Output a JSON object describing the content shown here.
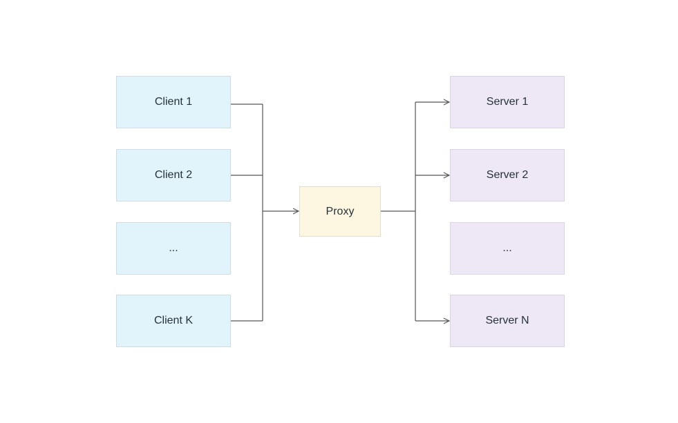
{
  "clients": [
    {
      "label": "Client 1"
    },
    {
      "label": "Client 2"
    },
    {
      "label": "..."
    },
    {
      "label": "Client K"
    }
  ],
  "proxy": {
    "label": "Proxy"
  },
  "servers": [
    {
      "label": "Server 1"
    },
    {
      "label": "Server 2"
    },
    {
      "label": "..."
    },
    {
      "label": "Server N"
    }
  ],
  "colors": {
    "client_fill": "#e1f4fc",
    "proxy_fill": "#fdf7e1",
    "server_fill": "#ede7f6",
    "connector": "#555555"
  }
}
